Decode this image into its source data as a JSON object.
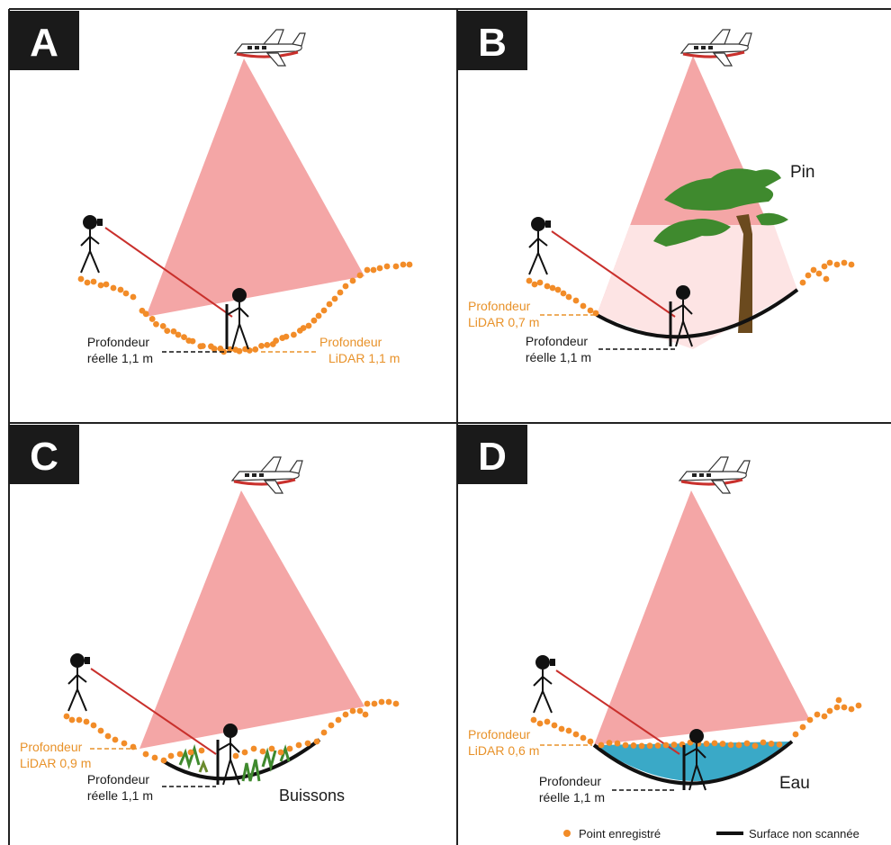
{
  "colors": {
    "beam": "#f4a6a6",
    "beam_under": "#fde4e4",
    "dot": "#f28c28",
    "label_orange": "#e8922a",
    "label_black": "#1a1a1a",
    "water": "#3aa9c7",
    "tree_green": "#3f8a2e",
    "trunk": "#6b4a1e",
    "plane_red": "#c9302c"
  },
  "panels": [
    {
      "letter": "A",
      "real_label": [
        "Profondeur",
        "réelle 1,1 m"
      ],
      "lidar_label": [
        "Profondeur",
        "LiDAR 1,1 m"
      ],
      "extra_label": ""
    },
    {
      "letter": "B",
      "real_label": [
        "Profondeur",
        "réelle 1,1 m"
      ],
      "lidar_label": [
        "Profondeur",
        "LiDAR 0,7 m"
      ],
      "extra_label": "Pin"
    },
    {
      "letter": "C",
      "real_label": [
        "Profondeur",
        "réelle 1,1 m"
      ],
      "lidar_label": [
        "Profondeur",
        "LiDAR 0,9 m"
      ],
      "extra_label": "Buissons"
    },
    {
      "letter": "D",
      "real_label": [
        "Profondeur",
        "réelle 1,1 m"
      ],
      "lidar_label": [
        "Profondeur",
        "LiDAR 0,6 m"
      ],
      "extra_label": "Eau"
    }
  ],
  "legend": {
    "point_label": "Point enregistré",
    "surface_label": "Surface non scannée"
  }
}
